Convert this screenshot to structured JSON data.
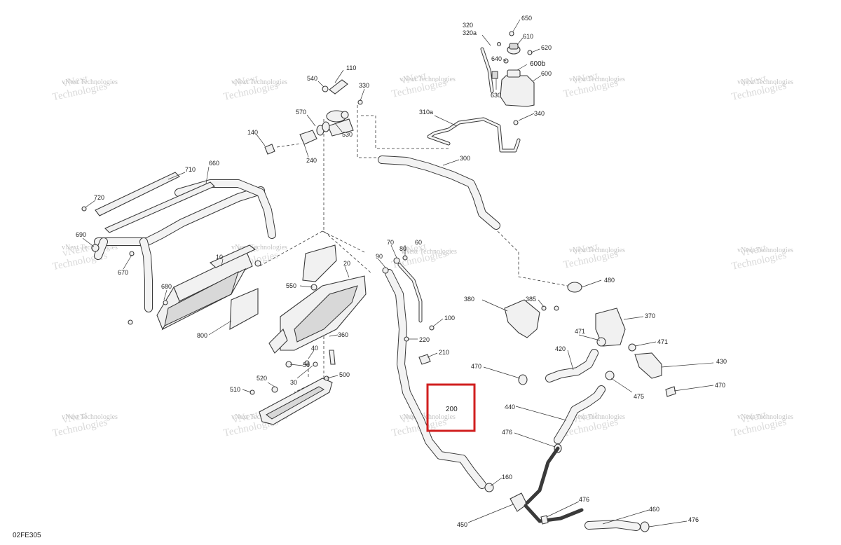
{
  "watermark": {
    "line1": "vNext",
    "line2": "Technologies",
    "small": "vNext Technologies"
  },
  "diagram_code": "02FE305",
  "highlight_label": "200",
  "callouts": [
    {
      "id": "c320",
      "text": "320"
    },
    {
      "id": "c320a",
      "text": "320a"
    },
    {
      "id": "c650",
      "text": "650"
    },
    {
      "id": "c610",
      "text": "610"
    },
    {
      "id": "c620",
      "text": "620"
    },
    {
      "id": "c640",
      "text": "640"
    },
    {
      "id": "c600b",
      "text": "600b"
    },
    {
      "id": "c600",
      "text": "600"
    },
    {
      "id": "c630",
      "text": "630"
    },
    {
      "id": "c340",
      "text": "340"
    },
    {
      "id": "c310a",
      "text": "310a"
    },
    {
      "id": "c300",
      "text": "300"
    },
    {
      "id": "c110",
      "text": "110"
    },
    {
      "id": "c540",
      "text": "540"
    },
    {
      "id": "c330",
      "text": "330"
    },
    {
      "id": "c570",
      "text": "570"
    },
    {
      "id": "c530",
      "text": "530"
    },
    {
      "id": "c140",
      "text": "140"
    },
    {
      "id": "c240",
      "text": "240"
    },
    {
      "id": "c710",
      "text": "710"
    },
    {
      "id": "c660",
      "text": "660"
    },
    {
      "id": "c720",
      "text": "720"
    },
    {
      "id": "c690",
      "text": "690"
    },
    {
      "id": "c670",
      "text": "670"
    },
    {
      "id": "c680",
      "text": "680"
    },
    {
      "id": "c10",
      "text": "10"
    },
    {
      "id": "c800",
      "text": "800"
    },
    {
      "id": "c20",
      "text": "20"
    },
    {
      "id": "c550",
      "text": "550"
    },
    {
      "id": "c90",
      "text": "90"
    },
    {
      "id": "c70",
      "text": "70"
    },
    {
      "id": "c80",
      "text": "80"
    },
    {
      "id": "c60",
      "text": "60"
    },
    {
      "id": "c360",
      "text": "360"
    },
    {
      "id": "c40",
      "text": "40"
    },
    {
      "id": "c50",
      "text": "50"
    },
    {
      "id": "c30",
      "text": "30"
    },
    {
      "id": "c520",
      "text": "520"
    },
    {
      "id": "c500",
      "text": "500"
    },
    {
      "id": "c510",
      "text": "510"
    },
    {
      "id": "c100",
      "text": "100"
    },
    {
      "id": "c220",
      "text": "220"
    },
    {
      "id": "c210",
      "text": "210"
    },
    {
      "id": "c380",
      "text": "380"
    },
    {
      "id": "c385",
      "text": "385"
    },
    {
      "id": "c480",
      "text": "480"
    },
    {
      "id": "c370",
      "text": "370"
    },
    {
      "id": "c471a",
      "text": "471"
    },
    {
      "id": "c471b",
      "text": "471"
    },
    {
      "id": "c420",
      "text": "420"
    },
    {
      "id": "c430",
      "text": "430"
    },
    {
      "id": "c470a",
      "text": "470"
    },
    {
      "id": "c470b",
      "text": "470"
    },
    {
      "id": "c475",
      "text": "475"
    },
    {
      "id": "c440",
      "text": "440"
    },
    {
      "id": "c476a",
      "text": "476"
    },
    {
      "id": "c476b",
      "text": "476"
    },
    {
      "id": "c476c",
      "text": "476"
    },
    {
      "id": "c160",
      "text": "160"
    },
    {
      "id": "c450",
      "text": "450"
    },
    {
      "id": "c460",
      "text": "460"
    }
  ]
}
